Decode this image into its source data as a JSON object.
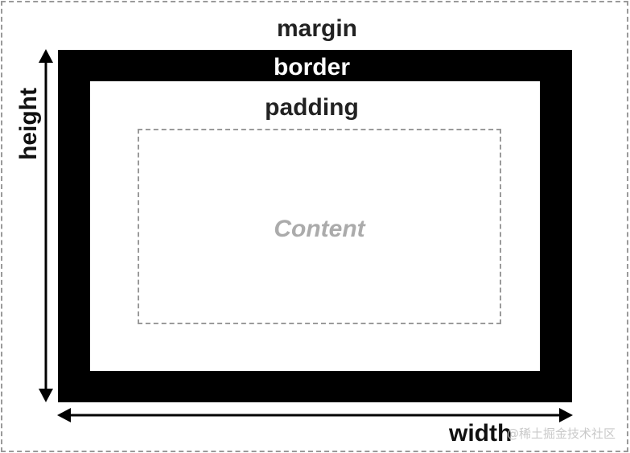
{
  "labels": {
    "margin": "margin",
    "border": "border",
    "padding": "padding",
    "content": "Content",
    "width": "width",
    "height": "height"
  },
  "watermark": "@稀土掘金技术社区",
  "colors": {
    "border_fill": "#000000",
    "dashed_outline": "#9a9a9a",
    "content_text": "#ababab"
  }
}
